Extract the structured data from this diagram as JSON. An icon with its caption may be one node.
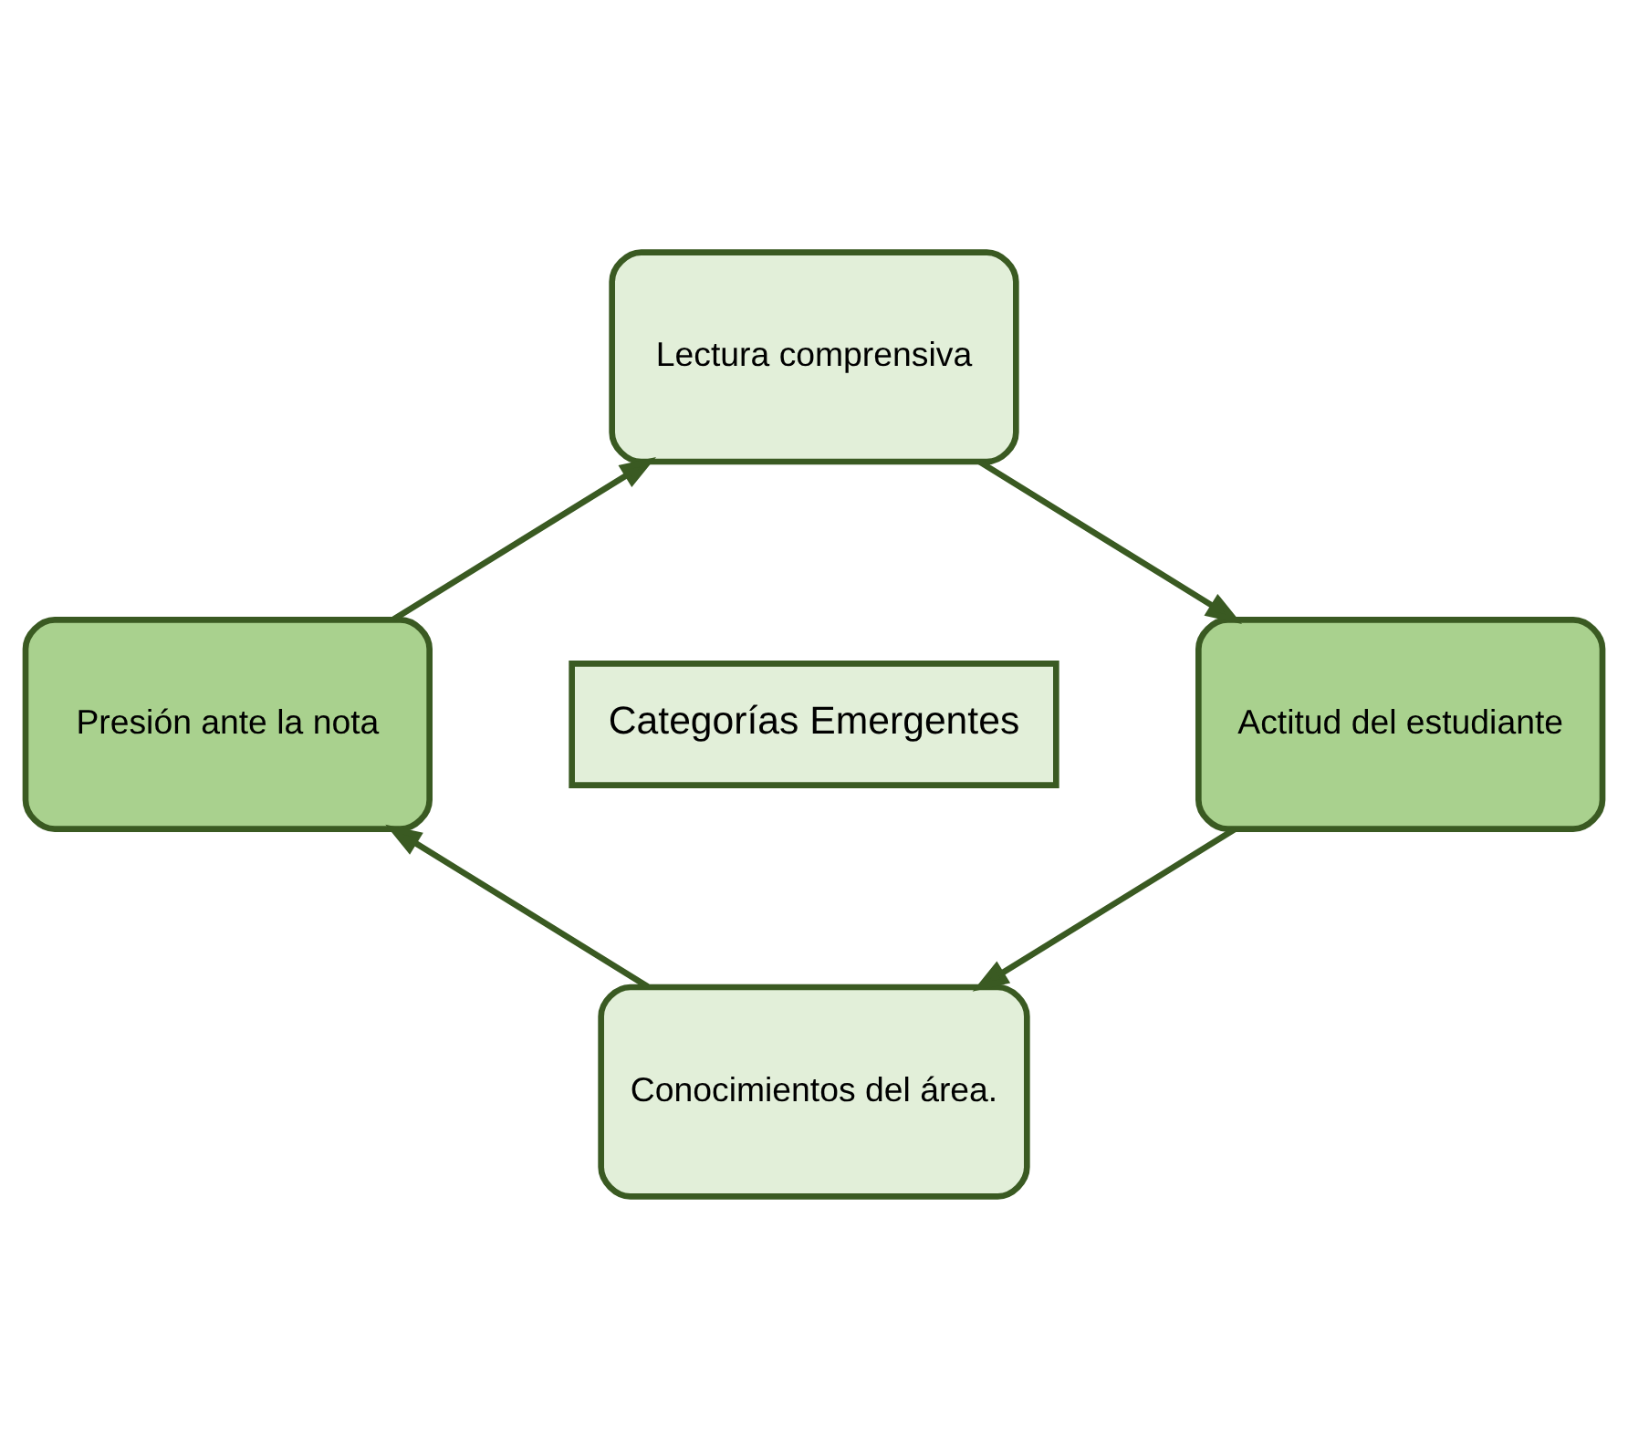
{
  "diagram": {
    "nodes": [
      {
        "text": [
          "Lectura comprensiva"
        ]
      },
      {
        "text": [
          "Presión ante la nota"
        ]
      },
      {
        "text": [
          "Categorías Emergentes"
        ]
      },
      {
        "text": [
          "Actitud del estudiante"
        ]
      },
      {
        "text": [
          "Conocimientos del área."
        ]
      }
    ],
    "edges": [
      {
        "from": 0,
        "to": 3,
        "arrow": "to"
      },
      {
        "from": 3,
        "to": 4,
        "arrow": "to"
      },
      {
        "from": 4,
        "to": 1,
        "arrow": "to"
      },
      {
        "from": 1,
        "to": 0,
        "arrow": "to"
      }
    ]
  }
}
